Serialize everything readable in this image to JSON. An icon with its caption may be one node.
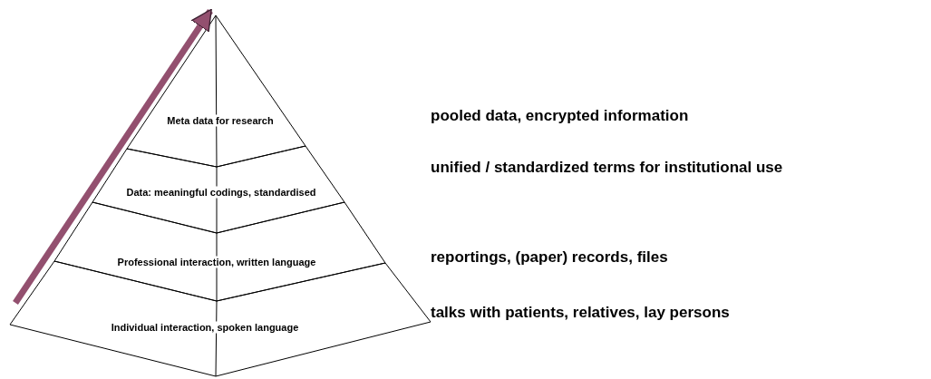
{
  "diagram": {
    "nodes": [
      {
        "text": [
          "Meta data for research"
        ]
      },
      {
        "text": [
          "Data: meaningful codings, standardised"
        ]
      },
      {
        "text": [
          "Professional interaction, written language"
        ]
      },
      {
        "text": [
          "Individual interaction, spoken language"
        ]
      }
    ],
    "edges": [
      {
        "from": 3,
        "to": 0,
        "arrow": "to"
      }
    ],
    "labels": [
      "pooled data, encrypted information",
      "unified / standardized terms for institutional use",
      "reportings, (paper) records, files",
      "talks with patients, relatives, lay persons"
    ]
  }
}
